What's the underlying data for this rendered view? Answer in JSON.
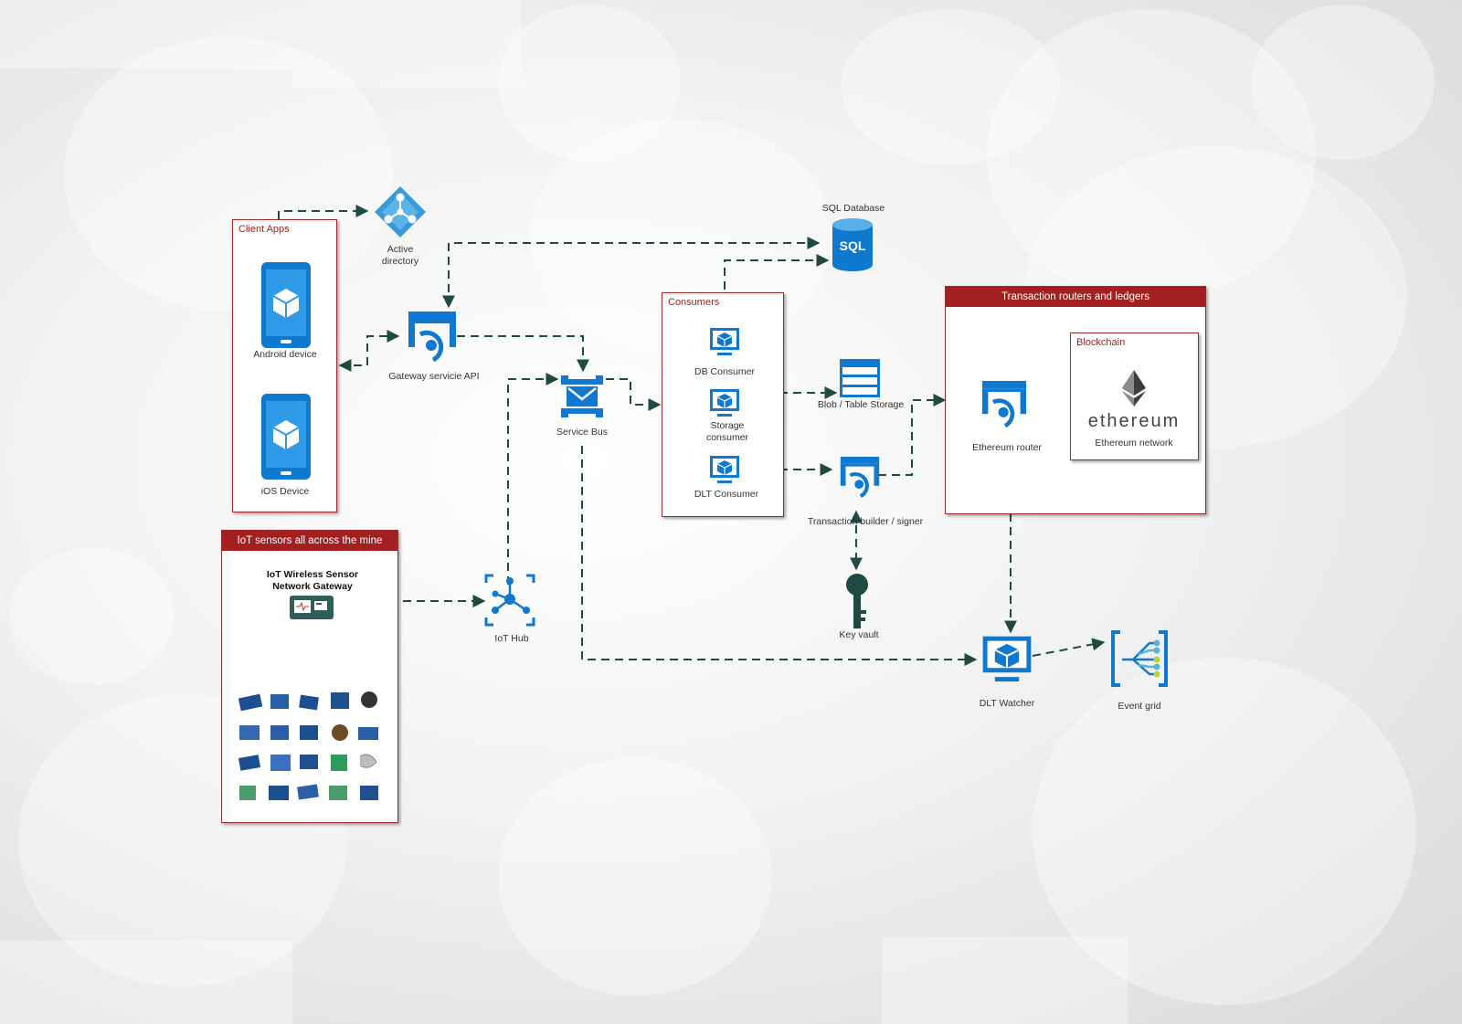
{
  "title": "",
  "colors": {
    "azure": "#0f79d0",
    "frame": "#a02a2a",
    "header": "#a31f20",
    "arrow": "#1f4a44"
  },
  "groups": {
    "client_apps": "Client Apps",
    "iot_sensors": "IoT sensors all across the mine",
    "consumers": "Consumers",
    "transaction": "Transaction routers and ledgers",
    "blockchain": "Blockchain"
  },
  "nodes": {
    "active_directory": "Active directory",
    "android": "Android device",
    "ios": "iOS Device",
    "gateway_api": "Gateway servicie API",
    "service_bus": "Service Bus",
    "iot_gateway": "IoT Wireless Sensor Network Gateway",
    "iot_hub": "IoT Hub",
    "sql_db": "SQL Database",
    "db_consumer": "DB Consumer",
    "storage_consumer": "Storage consumer",
    "dlt_consumer": "DLT Consumer",
    "blob_storage": "Blob / Table Storage",
    "tx_builder": "Transaction builder / signer",
    "key_vault": "Key vault",
    "eth_router": "Ethereum router",
    "eth_logo": "ethereum",
    "eth_network": "Ethereum network",
    "dlt_watcher": "DLT Watcher",
    "event_grid": "Event grid",
    "sql_text": "SQL"
  },
  "icons": {
    "active_directory": "active-directory-icon",
    "device": "mobile-device-icon",
    "gateway": "api-gateway-icon",
    "service_bus": "service-bus-icon",
    "iot_hub": "iot-hub-icon",
    "sql": "sql-database-icon",
    "vm": "virtual-machine-icon",
    "storage": "table-storage-icon",
    "key": "key-vault-icon",
    "ethereum": "ethereum-icon",
    "event_grid": "event-grid-icon",
    "sensor": "sensor-board-icon"
  }
}
